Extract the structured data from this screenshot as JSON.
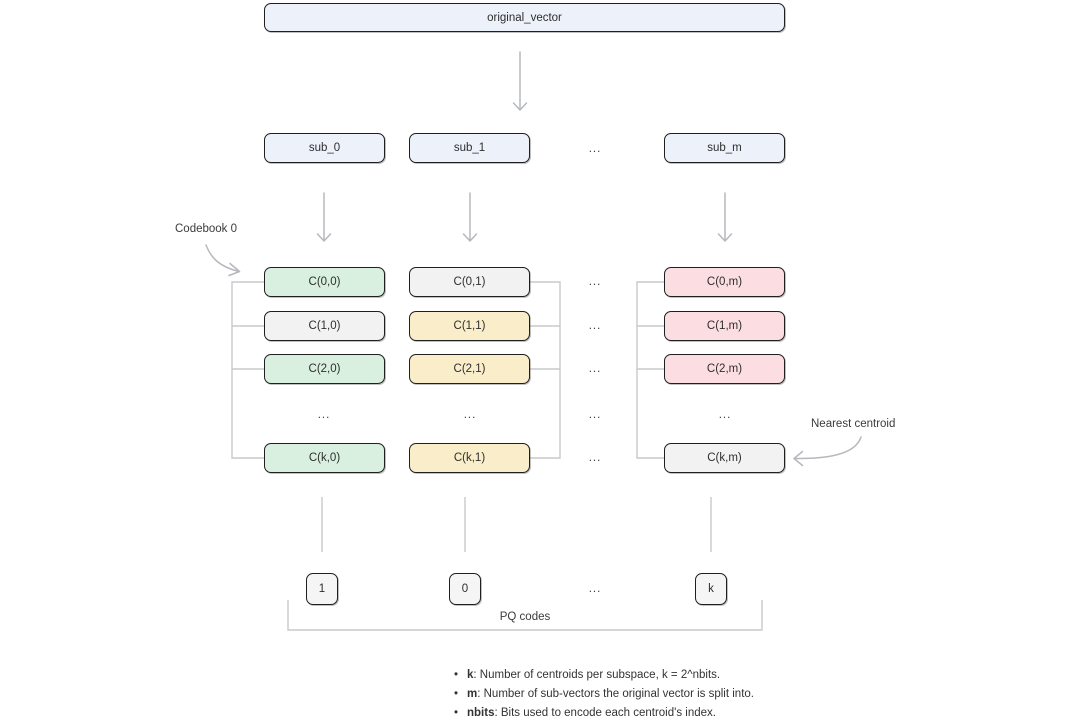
{
  "colors": {
    "background": "#ffffff",
    "box_border": "#1f1f1f",
    "vector_fill": "#edf1fa",
    "green_fill": "#d9f0e0",
    "yellow_fill": "#faeeca",
    "pink_fill": "#fcdee2",
    "gray_fill": "#f2f2f3",
    "code_fill": "#f5f5f6",
    "arrow_gray": "#b5b8bd",
    "bracket_gray": "#c6c9cd",
    "text_dark": "#2e2e2e"
  },
  "diagram": {
    "original_vector_label": "original_vector",
    "sub_vectors": {
      "sub0": "sub_0",
      "sub1": "sub_1",
      "subm": "sub_m"
    },
    "ellipsis": "...",
    "codebook_label": "Codebook 0",
    "nearest_centroid_label": "Nearest centroid",
    "pq_codes_label": "PQ codes",
    "grid": {
      "col0": {
        "r0": "C(0,0)",
        "r1": "C(1,0)",
        "r2": "C(2,0)",
        "rk": "C(k,0)"
      },
      "col1": {
        "r0": "C(0,1)",
        "r1": "C(1,1)",
        "r2": "C(2,1)",
        "rk": "C(k,1)"
      },
      "colm": {
        "r0": "C(0,m)",
        "r1": "C(1,m)",
        "r2": "C(2,m)",
        "rk": "C(k,m)"
      }
    },
    "grid_highlights": {
      "col0": [
        "green",
        "gray",
        "green",
        "green"
      ],
      "col1": [
        "gray",
        "yellow",
        "yellow",
        "yellow"
      ],
      "colm": [
        "pink",
        "pink",
        "pink",
        "gray"
      ]
    },
    "pq_codes": {
      "c0": "1",
      "c1": "0",
      "cm": "k"
    },
    "legend": [
      {
        "term": "k",
        "rest": ": Number of centroids per subspace, k = 2^nbits."
      },
      {
        "term": "m",
        "rest": ": Number of sub-vectors the original vector is split into."
      },
      {
        "term": "nbits",
        "rest": ": Bits used to encode each centroid's index."
      }
    ]
  }
}
